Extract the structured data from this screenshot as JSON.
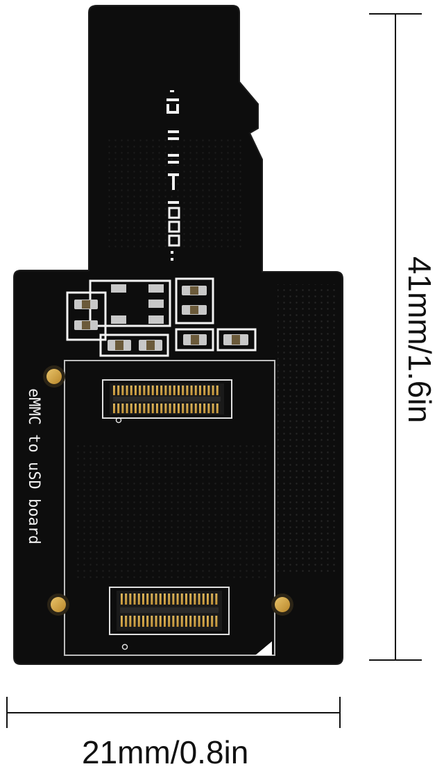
{
  "board": {
    "name": "eMMC to uSD board",
    "silkscreen_label": "eMMC to uSD board",
    "serial_mark": "2 11 1 168:",
    "colors": {
      "pcb": "#0d0d0d",
      "silk": "#f2f2f2",
      "pad_gold": "#c99a2e",
      "connector": "#1a1a1a"
    }
  },
  "dimensions": {
    "width_label": "21mm/0.8in",
    "height_label": "41mm/1.6in"
  }
}
